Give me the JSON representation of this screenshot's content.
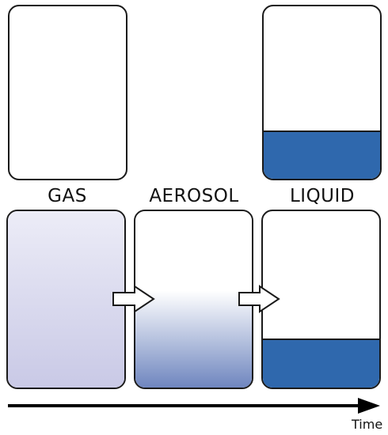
{
  "labels": {
    "gas": "GAS",
    "aerosol": "AEROSOL",
    "liquid": "LIQUID"
  },
  "axis": {
    "time": "Time"
  },
  "colors": {
    "liquid": "#2f68ad",
    "gas_tint": "#c9c9e6",
    "aerosol_bottom": "#6f86bf",
    "outline": "#1a1a1a"
  },
  "containers": {
    "top_liquid_fill_level": 0.27,
    "bottom_liquid_fill_level": 0.27,
    "aerosol_gradient_start": 0.45
  }
}
